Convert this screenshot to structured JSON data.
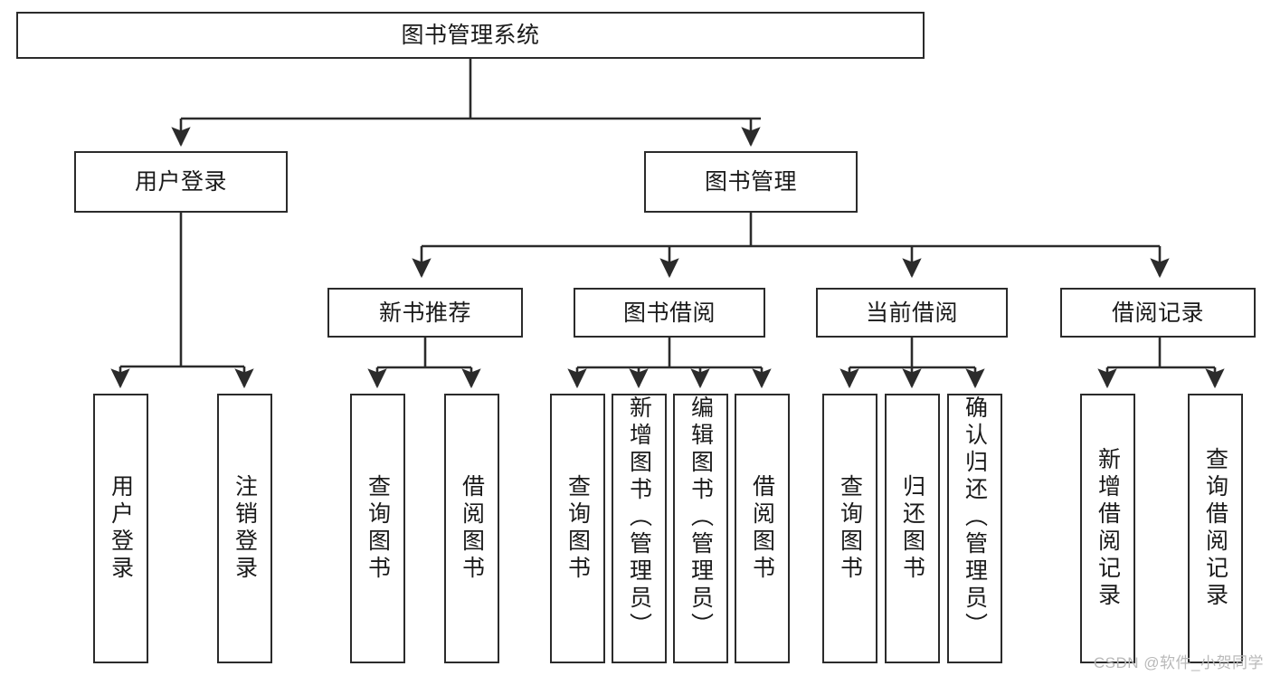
{
  "diagram": {
    "type": "tree",
    "title_node": "图书管理系统",
    "watermark": "CSDN @软件_小贺同学",
    "colors": {
      "stroke": "#2b2b2b",
      "fill": "#ffffff",
      "text": "#1a1a1a",
      "watermark": "#b9b9b9"
    },
    "levels": {
      "level0": [
        {
          "id": "root",
          "label": "图书管理系统"
        }
      ],
      "level1": [
        {
          "id": "login",
          "label": "用户登录"
        },
        {
          "id": "bookmgmt",
          "label": "图书管理"
        }
      ],
      "level2": [
        {
          "id": "newbook",
          "label": "新书推荐"
        },
        {
          "id": "borrow",
          "label": "图书借阅"
        },
        {
          "id": "current",
          "label": "当前借阅"
        },
        {
          "id": "record",
          "label": "借阅记录"
        }
      ],
      "level3": [
        {
          "id": "leaf1",
          "label": "用户登录",
          "parent": "login"
        },
        {
          "id": "leaf2",
          "label": "注销登录",
          "parent": "login"
        },
        {
          "id": "leaf3",
          "label": "查询图书",
          "parent": "newbook"
        },
        {
          "id": "leaf4",
          "label": "借阅图书",
          "parent": "newbook"
        },
        {
          "id": "leaf5",
          "label": "查询图书",
          "parent": "borrow"
        },
        {
          "id": "leaf6",
          "label": "新增图书（管理员）",
          "parent": "borrow"
        },
        {
          "id": "leaf7",
          "label": "编辑图书（管理员）",
          "parent": "borrow"
        },
        {
          "id": "leaf8",
          "label": "借阅图书",
          "parent": "borrow"
        },
        {
          "id": "leaf9",
          "label": "查询图书",
          "parent": "current"
        },
        {
          "id": "leaf10",
          "label": "归还图书",
          "parent": "current"
        },
        {
          "id": "leaf11",
          "label": "确认归还（管理员）",
          "parent": "current"
        },
        {
          "id": "leaf12",
          "label": "新增借阅记录",
          "parent": "record"
        },
        {
          "id": "leaf13",
          "label": "查询借阅记录",
          "parent": "record"
        }
      ]
    }
  }
}
